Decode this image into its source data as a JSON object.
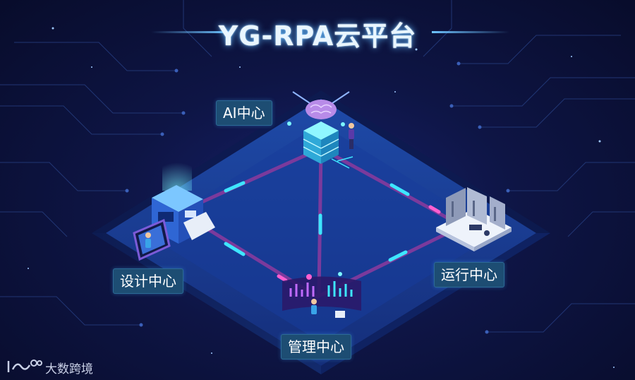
{
  "title": "YG-RPA云平台",
  "centers": {
    "ai": "AI中心",
    "design": "设计中心",
    "operations": "运行中心",
    "management": "管理中心"
  },
  "watermark": {
    "brand_text": "大数跨境"
  },
  "colors": {
    "background": "#0b1033",
    "platform_top": "#1a3a8c",
    "link_line": "#7b3a9c",
    "glow_cyan": "#3ee6ff",
    "glow_pink": "#ff5fd0",
    "label_bg": "#1d4d73"
  },
  "icons": [
    "brain-icon",
    "server-stack-icon",
    "rpa-machine-icon",
    "data-center-icon",
    "analytics-dashboard-icon",
    "person-icon"
  ]
}
